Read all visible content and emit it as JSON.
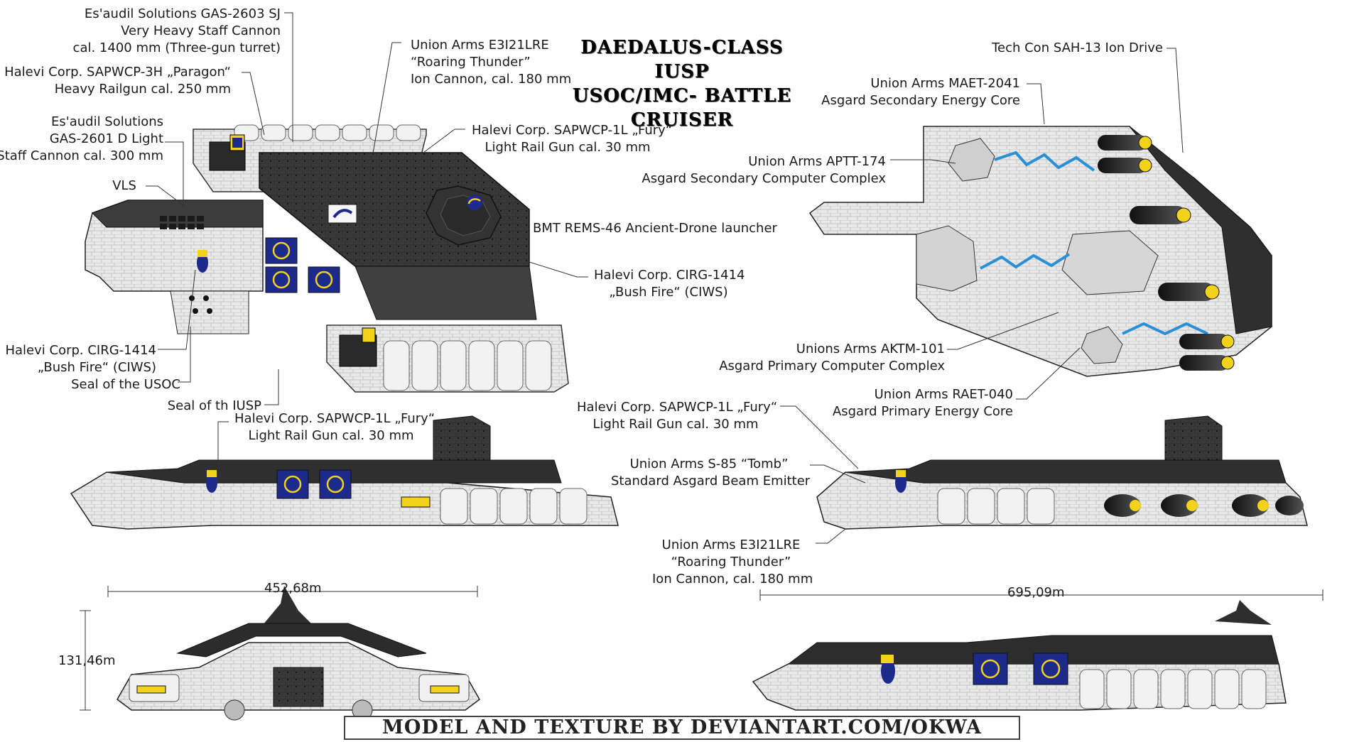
{
  "title": {
    "line1": "DAEDALUS-CLASS",
    "line2": "IUSP",
    "line3": "USOC/IMC- BATTLE CRUISER"
  },
  "callouts": {
    "gas2603": [
      "Es'audil Solutions GAS-2603 SJ",
      "Very Heavy Staff Cannon",
      "cal. 1400 mm (Three-gun turret)"
    ],
    "paragon": [
      "Halevi Corp. SAPWCP-3H „Paragon“",
      "Heavy Railgun cal. 250 mm"
    ],
    "gas2601": [
      "Es'audil Solutions",
      "GAS-2601 D Light",
      "Staff Cannon cal. 300 mm"
    ],
    "vls": [
      "VLS"
    ],
    "e3i21_top": [
      "Union Arms E3I21LRE",
      "“Roaring Thunder”",
      "Ion Cannon, cal. 180 mm"
    ],
    "fury_top": [
      "Halevi Corp. SAPWCP-1L „Fury“",
      "Light Rail Gun cal. 30 mm"
    ],
    "rems46": [
      "BMT REMS-46 Ancient-Drone launcher"
    ],
    "cirg_right": [
      "Halevi Corp. CIRG-1414",
      "„Bush Fire“ (CIWS)"
    ],
    "cirg_left": [
      "Halevi Corp. CIRG-1414",
      "„Bush Fire“ (CIWS)"
    ],
    "seal_usoc": [
      "Seal of the USOC"
    ],
    "seal_iusp": [
      "Seal of th IUSP"
    ],
    "fury_side_left": [
      "Halevi Corp. SAPWCP-1L „Fury“",
      "Light Rail Gun cal. 30 mm"
    ],
    "sah13": [
      "Tech Con SAH-13 Ion Drive"
    ],
    "maet": [
      "Union Arms MAET-2041",
      "Asgard Secondary Energy Core"
    ],
    "aptt": [
      "Union Arms APTT-174",
      "Asgard Secondary Computer Complex"
    ],
    "aktm": [
      "Unions Arms AKTM-101",
      "Asgard Primary Computer Complex"
    ],
    "raet": [
      "Union Arms RAET-040",
      "Asgard Primary Energy Core"
    ],
    "fury_side_right": [
      "Halevi Corp. SAPWCP-1L „Fury“",
      "Light Rail Gun cal. 30 mm"
    ],
    "s85": [
      "Union Arms S-85 “Tomb”",
      "Standard Asgard Beam Emitter"
    ],
    "e3i21_bottom": [
      "Union Arms E3I21LRE",
      "“Roaring Thunder”",
      "Ion Cannon, cal. 180 mm"
    ]
  },
  "dimensions": {
    "width": "452,68m",
    "height": "131,46m",
    "length": "695,09m"
  },
  "credit": "MODEL AND TEXTURE BY DEVIANTART.COM/OKWA",
  "colors": {
    "hull_dark": "#2e2e2e",
    "hull_light": "#e4e4e4",
    "seal_blue": "#1d2a8c",
    "accent_yellow": "#f2d21b",
    "conduit_blue": "#2a8fd6"
  }
}
